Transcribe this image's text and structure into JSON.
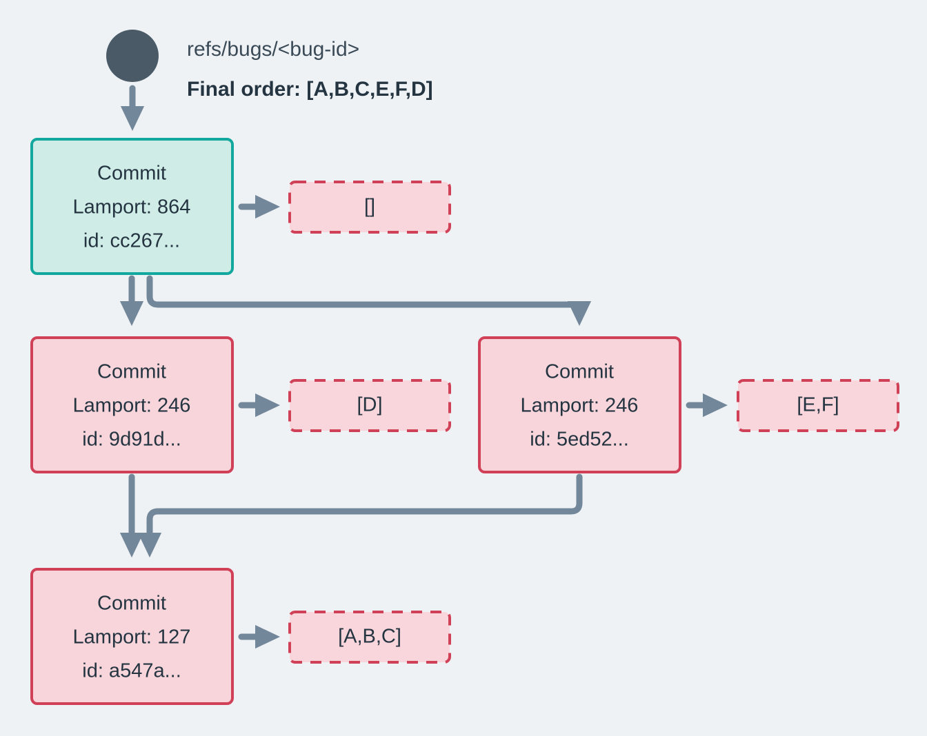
{
  "header": {
    "ref_label": "refs/bugs/<bug-id>",
    "final_order_label": "Final order: [A,B,C,E,F,D]",
    "start_node_name": "start-node"
  },
  "colors": {
    "background": "#eef2f5",
    "teal_border": "#13a89e",
    "teal_fill": "#cfece7",
    "crimson_border": "#d04158",
    "pink_fill": "#f7d5da",
    "dashed_fill": "#f9d6dc",
    "arrow": "#73879a",
    "text": "#243441",
    "start_dot": "#4a5a67"
  },
  "commits": [
    {
      "id": "commit-cc267",
      "title": "Commit",
      "lamport": "Lamport: 864",
      "hash": "id: cc267...",
      "style": "teal",
      "ops": "[]",
      "ops_id": "ops-empty"
    },
    {
      "id": "commit-9d91d",
      "title": "Commit",
      "lamport": "Lamport: 246",
      "hash": "id: 9d91d...",
      "style": "pink",
      "ops": "[D]",
      "ops_id": "ops-d"
    },
    {
      "id": "commit-5ed52",
      "title": "Commit",
      "lamport": "Lamport: 246",
      "hash": "id: 5ed52...",
      "style": "pink",
      "ops": "[E,F]",
      "ops_id": "ops-ef"
    },
    {
      "id": "commit-a547a",
      "title": "Commit",
      "lamport": "Lamport: 127",
      "hash": "id: a547a...",
      "style": "pink",
      "ops": "[A,B,C]",
      "ops_id": "ops-abc"
    }
  ]
}
